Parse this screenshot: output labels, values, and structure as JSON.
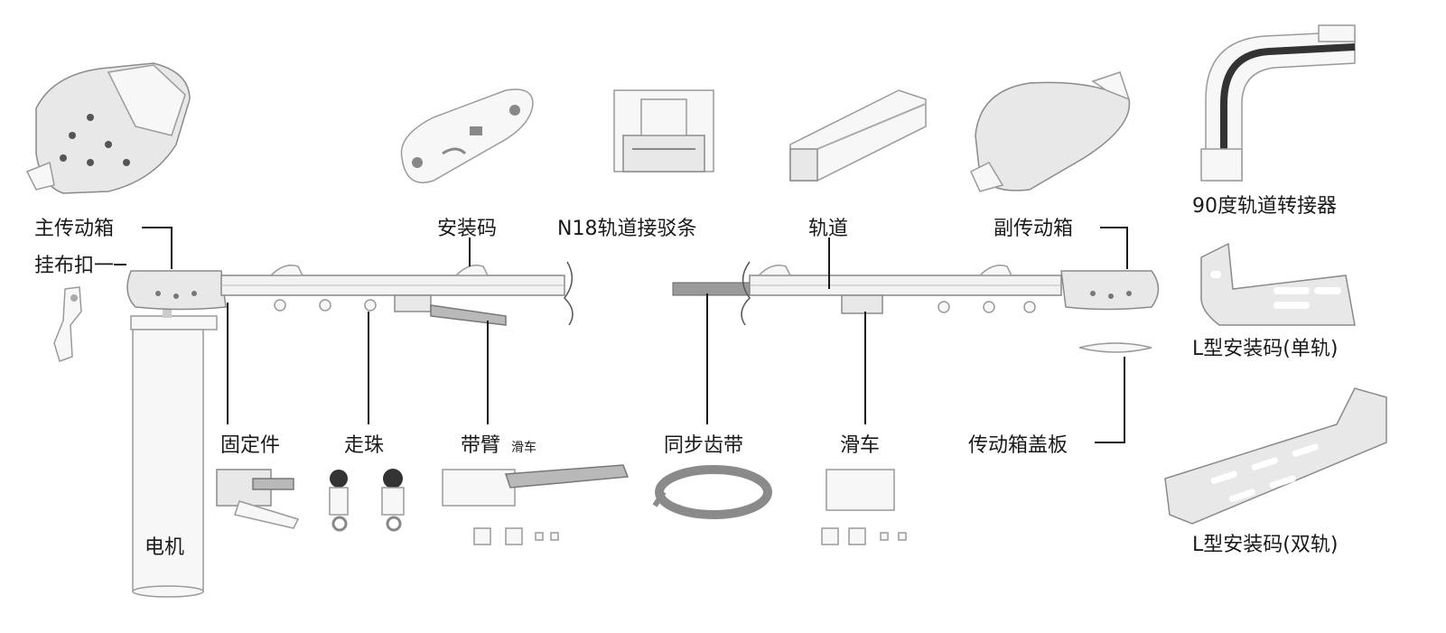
{
  "labels": {
    "main_drive_box": "主传动箱",
    "cloth_hook": "挂布扣一",
    "mount_clip": "安装码",
    "joint_strip": "N18轨道接驳条",
    "track": "轨道",
    "secondary_drive_box": "副传动箱",
    "corner_adapter": "90度轨道转接器",
    "l_bracket_single": "L型安装码(单轨)",
    "l_bracket_double": "L型安装码(双轨)",
    "fixing_part": "固定件",
    "runner_ball": "走珠",
    "arm_carriage": "带臂",
    "arm_carriage_small": "滑车",
    "sync_belt": "同步齿带",
    "carriage": "滑车",
    "drive_box_cover": "传动箱盖板",
    "motor": "电机"
  }
}
